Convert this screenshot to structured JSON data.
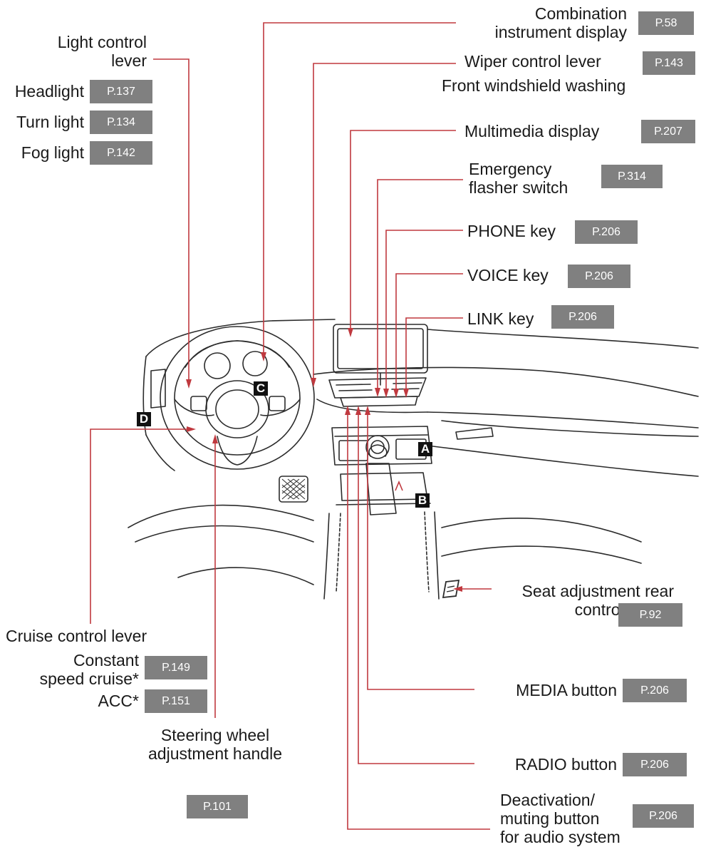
{
  "colors": {
    "leader": "#c0393f",
    "badge_bg": "#808080",
    "badge_text": "#ffffff",
    "line_art": "#2b2b2b"
  },
  "callouts": {
    "light_control_lever": {
      "label": "Light control\nlever"
    },
    "headlight": {
      "label": "Headlight",
      "page": "P.137"
    },
    "turn_light": {
      "label": "Turn light",
      "page": "P.134"
    },
    "fog_light": {
      "label": "Fog light",
      "page": "P.142"
    },
    "combination_display": {
      "label": "Combination\ninstrument display",
      "page": "P.58"
    },
    "wiper_lever": {
      "label": "Wiper control lever",
      "page": "P.143",
      "sublabel": "Front windshield washing"
    },
    "multimedia_display": {
      "label": "Multimedia display",
      "page": "P.207"
    },
    "emergency_flasher": {
      "label": "Emergency\nflasher switch",
      "page": "P.314"
    },
    "phone_key": {
      "label": "PHONE key",
      "page": "P.206"
    },
    "voice_key": {
      "label": "VOICE key",
      "page": "P.206"
    },
    "link_key": {
      "label": "LINK key",
      "page": "P.206"
    },
    "seat_adjustment": {
      "label": "Seat adjustment rear\ncontrol button",
      "page": "P.92"
    },
    "cruise_lever": {
      "label": "Cruise control lever"
    },
    "constant_speed": {
      "label": "Constant\nspeed cruise*",
      "page": "P.149"
    },
    "acc": {
      "label": "ACC*",
      "page": "P.151"
    },
    "steering_adjust": {
      "label": "Steering wheel\nadjustment handle",
      "page": "P.101"
    },
    "media_button": {
      "label": "MEDIA button",
      "page": "P.206"
    },
    "radio_button": {
      "label": "RADIO button",
      "page": "P.206"
    },
    "mute_button": {
      "label": "Deactivation/\nmuting button\nfor audio system",
      "page": "P.206"
    }
  },
  "markers": {
    "a": "A",
    "b": "B",
    "c": "C",
    "d": "D"
  },
  "icons": {
    "dashboard": "car-dashboard-illustration",
    "seat_button": "seat-button-icon",
    "pedal": "brake-pedal-icon"
  }
}
